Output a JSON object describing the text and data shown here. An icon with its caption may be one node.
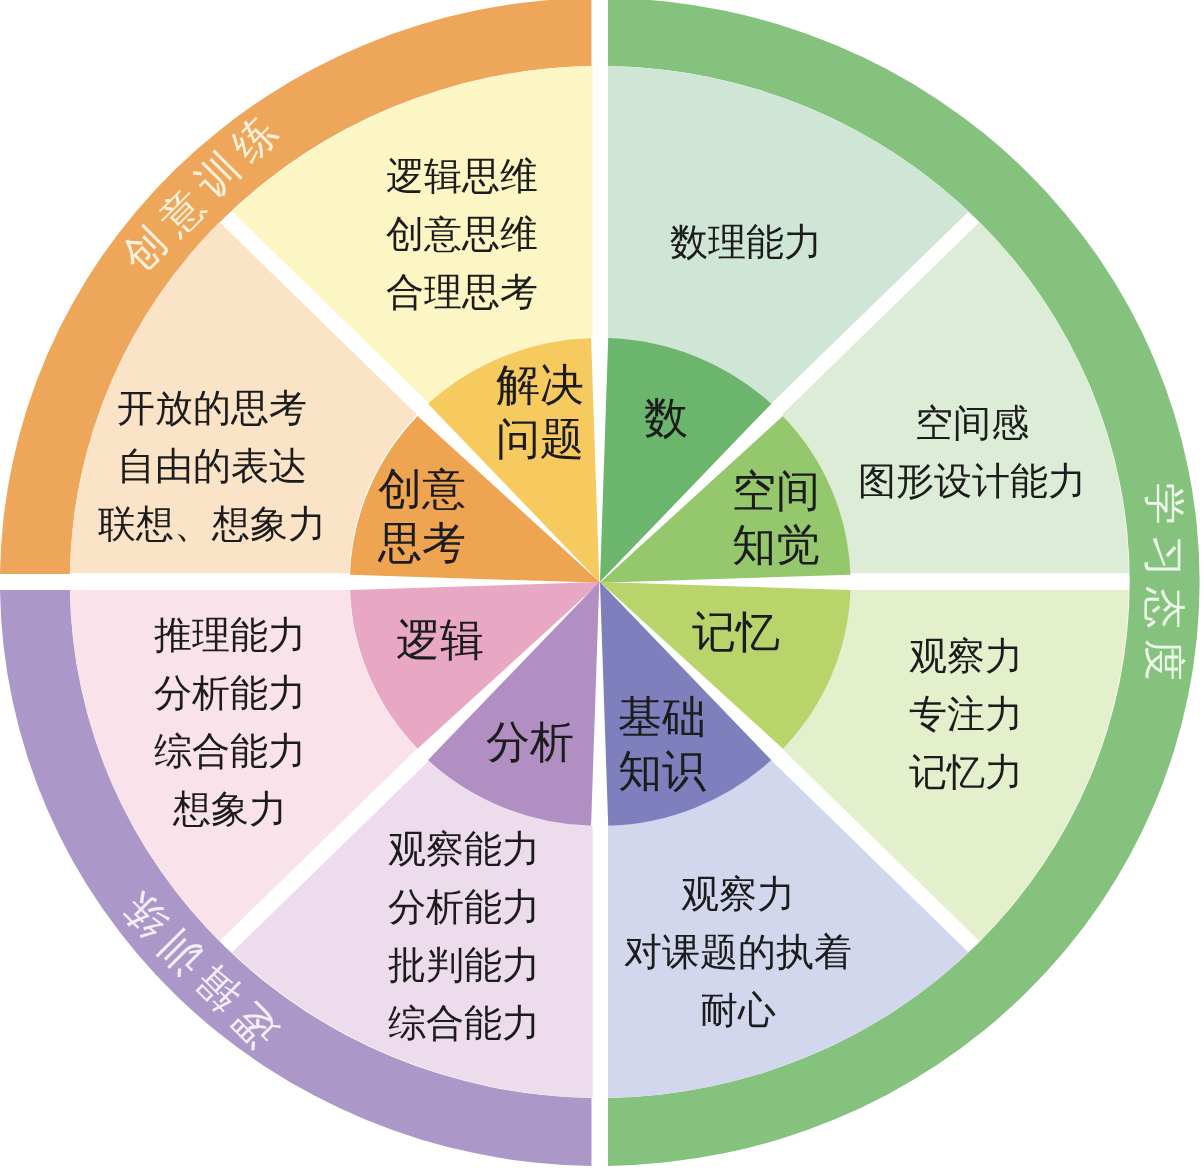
{
  "diagram": {
    "nodes": [
      {
        "text": [
          "创意训练"
        ]
      },
      {
        "text": [
          "逻辑思维",
          "创意思维",
          "合理思考"
        ],
        "in": 0
      },
      {
        "text": [
          "解决问题"
        ],
        "in": 0
      },
      {
        "text": [
          "开放的思考",
          "自由的表达",
          "联想、想象力"
        ],
        "in": 0
      },
      {
        "text": [
          "创意思考"
        ],
        "in": 0
      },
      {
        "text": [
          "学习态度"
        ]
      },
      {
        "text": [
          "数理能力"
        ],
        "in": 5
      },
      {
        "text": [
          "数"
        ],
        "in": 5
      },
      {
        "text": [
          "空间感",
          "图形设计能力"
        ],
        "in": 5
      },
      {
        "text": [
          "空间知觉"
        ],
        "in": 5
      },
      {
        "text": [
          "观察力",
          "专注力",
          "记忆力"
        ],
        "in": 5
      },
      {
        "text": [
          "记忆"
        ],
        "in": 5
      },
      {
        "text": [
          "观察力",
          "对课题的执着",
          "耐心"
        ],
        "in": 5
      },
      {
        "text": [
          "基础知识"
        ],
        "in": 5
      },
      {
        "text": [
          "逻辑训练"
        ]
      },
      {
        "text": [
          "推理能力",
          "分析能力",
          "综合能力",
          "想象力"
        ],
        "in": 14
      },
      {
        "text": [
          "逻辑"
        ],
        "in": 14
      },
      {
        "text": [
          "观察能力",
          "分析能力",
          "批判能力",
          "综合能力"
        ],
        "in": 14
      },
      {
        "text": [
          "分析"
        ],
        "in": 14
      }
    ]
  }
}
